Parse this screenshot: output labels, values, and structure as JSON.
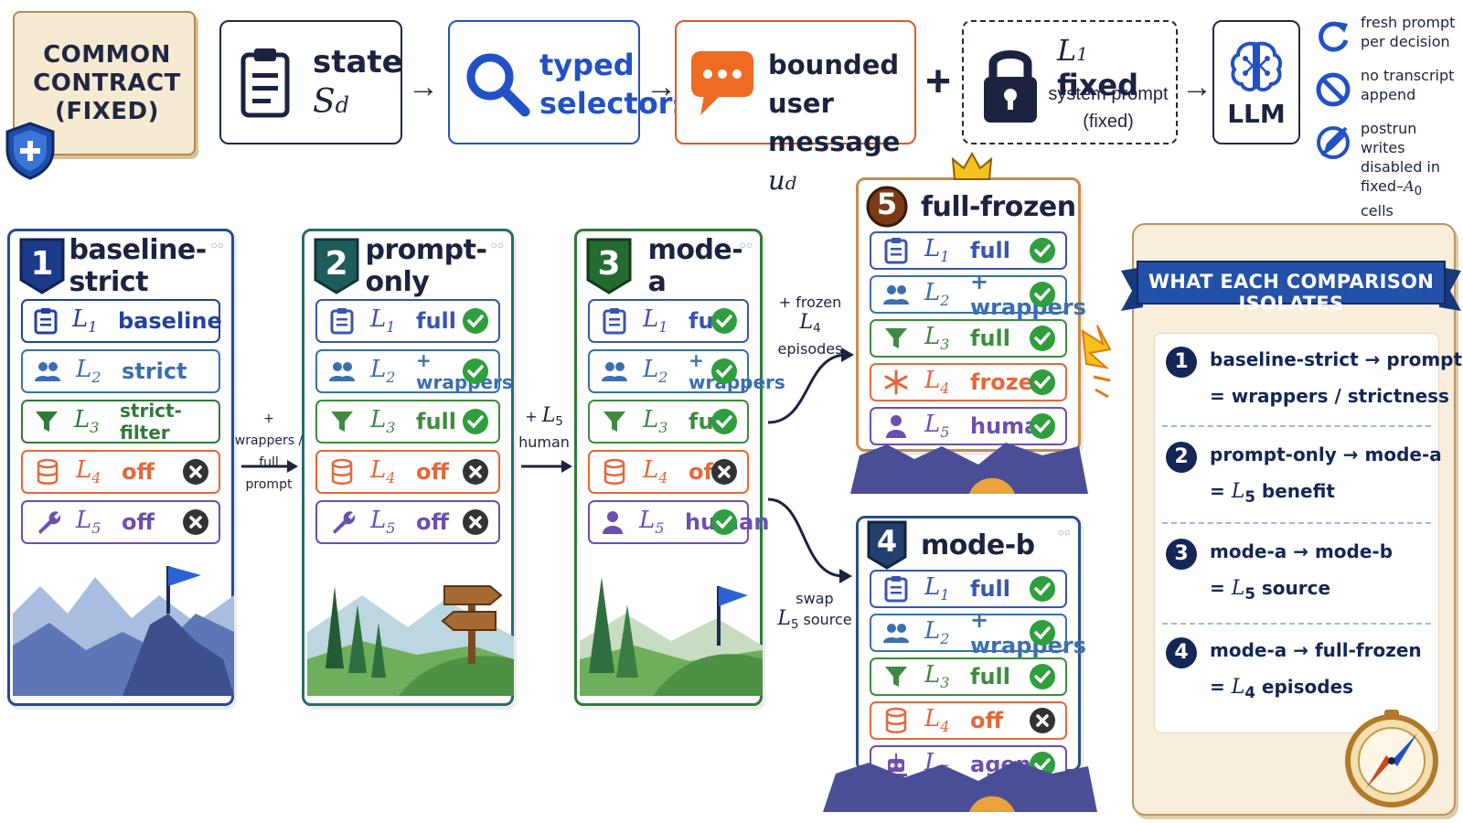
{
  "contract": {
    "lines": [
      "COMMON",
      "CONTRACT",
      "(FIXED)"
    ]
  },
  "flow": {
    "state_label": "state",
    "state_symbol": "S",
    "state_sub": "d",
    "typed_line1": "typed",
    "typed_line2": "selectors",
    "bounded_line1": "bounded user",
    "bounded_line2": "message",
    "bounded_symbol": "u",
    "bounded_sub": "d",
    "fixed_symbol": "L",
    "fixed_sub": "1",
    "fixed_word": "fixed",
    "fixed_line2": "system prompt",
    "fixed_line3": "(fixed)",
    "llm_label": "LLM",
    "arrow": "→",
    "plus": "+"
  },
  "rules": [
    {
      "icon": "refresh-icon",
      "text": "fresh prompt per decision"
    },
    {
      "icon": "no-entry-icon",
      "text": "no transcript append"
    },
    {
      "icon": "pen-disabled-icon",
      "text_a": "postrun writes disabled in fixed–",
      "symbol": "A",
      "sub": "0",
      "text_b": " cells"
    }
  ],
  "cards": {
    "baseline": {
      "number": "1",
      "title": "baseline-strict",
      "rows": [
        {
          "level": "1",
          "value": "baseline",
          "status": "none"
        },
        {
          "level": "2",
          "value": "strict",
          "status": "none"
        },
        {
          "level": "3",
          "value": "strict-filter",
          "status": "none"
        },
        {
          "level": "4",
          "value": "off",
          "status": "off"
        },
        {
          "level": "5",
          "value": "off",
          "status": "off"
        }
      ]
    },
    "prompt": {
      "number": "2",
      "title": "prompt-only",
      "rows": [
        {
          "level": "1",
          "value": "full",
          "status": "on"
        },
        {
          "level": "2",
          "value": "+ wrappers",
          "status": "on"
        },
        {
          "level": "3",
          "value": "full",
          "status": "on"
        },
        {
          "level": "4",
          "value": "off",
          "status": "off"
        },
        {
          "level": "5",
          "value": "off",
          "status": "off"
        }
      ]
    },
    "modea": {
      "number": "3",
      "title": "mode-a",
      "rows": [
        {
          "level": "1",
          "value": "full",
          "status": "on"
        },
        {
          "level": "2",
          "value": "+ wrappers",
          "status": "on"
        },
        {
          "level": "3",
          "value": "full",
          "status": "on"
        },
        {
          "level": "4",
          "value": "off",
          "status": "off"
        },
        {
          "level": "5",
          "value": "human",
          "status": "on"
        }
      ]
    },
    "full": {
      "number": "5",
      "title": "full-frozen",
      "rows": [
        {
          "level": "1",
          "value": "full",
          "status": "on"
        },
        {
          "level": "2",
          "value": "+ wrappers",
          "status": "on"
        },
        {
          "level": "3",
          "value": "full",
          "status": "on"
        },
        {
          "level": "4",
          "value": "frozen",
          "status": "on"
        },
        {
          "level": "5",
          "value": "human",
          "status": "on"
        }
      ]
    },
    "modeb": {
      "number": "4",
      "title": "mode-b",
      "rows": [
        {
          "level": "1",
          "value": "full",
          "status": "on"
        },
        {
          "level": "2",
          "value": "+ wrappers",
          "status": "on"
        },
        {
          "level": "3",
          "value": "full",
          "status": "on"
        },
        {
          "level": "4",
          "value": "off",
          "status": "off"
        },
        {
          "level": "5",
          "value": "agent",
          "status": "on"
        }
      ]
    }
  },
  "connectors": {
    "c1_line1": "+ wrappers /",
    "c1_line2": "full prompt",
    "c2_plus": "+",
    "c2_symbol": "L",
    "c2_sub": "5",
    "c2_line2": "human",
    "c3_line1": "+ frozen",
    "c3_symbol": "L",
    "c3_sub": "4",
    "c3_line2": "episodes",
    "c4_line1": "swap",
    "c4_symbol": "L",
    "c4_sub": "5",
    "c4_line2": "source"
  },
  "isolates": {
    "title": "WHAT EACH COMPARISON ISOLATES",
    "items": [
      {
        "num": "1",
        "from": "baseline-strict",
        "to": "prompt-only",
        "result": "= wrappers / strictness",
        "symbol": "",
        "sub": "",
        "suffix": ""
      },
      {
        "num": "2",
        "from": "prompt-only",
        "to": "mode-a",
        "result": "=",
        "symbol": "L",
        "sub": "5",
        "suffix": "benefit"
      },
      {
        "num": "3",
        "from": "mode-a",
        "to": "mode-b",
        "result": "=",
        "symbol": "L",
        "sub": "5",
        "suffix": "source"
      },
      {
        "num": "4",
        "from": "mode-a",
        "to": "full-frozen",
        "result": "=",
        "symbol": "L",
        "sub": "4",
        "suffix": "episodes"
      }
    ],
    "arrow": "→"
  },
  "colors": {
    "navy": "#1f2a44",
    "blue": "#2251c6",
    "orange": "#e0581d",
    "card1": "#27489c",
    "card2": "#2b6b6b",
    "card3": "#2f7a3a",
    "card5": "#c98a4a",
    "card4": "#2b4f8a",
    "check": "#2e9e3e",
    "cross": "#333333",
    "row1": "#3a55b0",
    "row2": "#3a6fb0",
    "row3": "#3f8a3f",
    "row4": "#e4683a",
    "row5": "#6b4fb0"
  }
}
